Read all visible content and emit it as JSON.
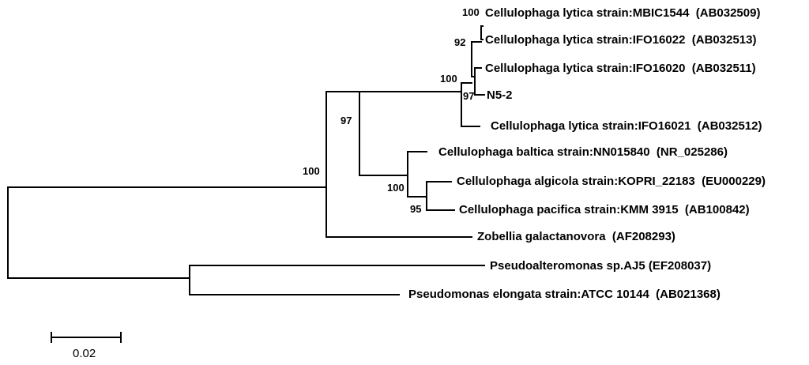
{
  "tree": {
    "leaves": {
      "mbic1544": "Cellulophaga lytica strain:MBIC1544  (AB032509)",
      "ifo16022": "Cellulophaga lytica strain:IFO16022  (AB032513)",
      "ifo16020": "Cellulophaga lytica strain:IFO16020  (AB032511)",
      "n52": "N5-2",
      "ifo16021": "Cellulophaga lytica strain:IFO16021  (AB032512)",
      "baltica": "Cellulophaga baltica strain:NN015840  (NR_025286)",
      "algicola": "Cellulophaga algicola strain:KOPRI_22183  (EU000229)",
      "pacifica": "Cellulophaga pacifica strain:KMM 3915  (AB100842)",
      "zobellia": "Zobellia galactanovora  (AF208293)",
      "pseudoalteromonas": "Pseudoalteromonas sp.AJ5 (EF208037)",
      "pseudomonas": "Pseudomonas elongata strain:ATCC 10144  (AB021368)"
    },
    "support": {
      "s100_top": "100",
      "s92": "92",
      "s100_mid": "100",
      "s97_inner": "97",
      "s97_outer": "97",
      "s100_root": "100",
      "s100_algicola": "100",
      "s95": "95"
    },
    "scale_bar": "0.02"
  }
}
